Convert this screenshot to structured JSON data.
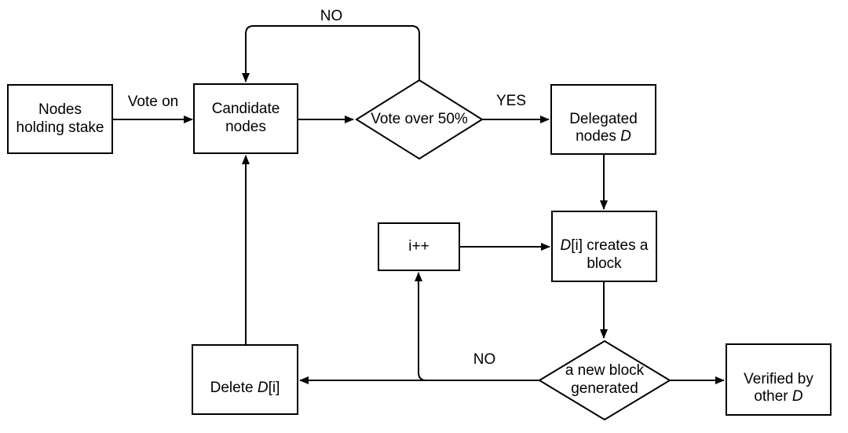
{
  "diagram": {
    "colors": {
      "stroke": "#000000",
      "background": "#ffffff"
    },
    "nodes": {
      "nodes_holding_stake": {
        "label": "Nodes\nholding stake"
      },
      "candidate_nodes": {
        "label": "Candidate\nnodes"
      },
      "vote_over_50": {
        "label": "Vote over 50%"
      },
      "delegated_nodes": {
        "pre": "Delegated\nnodes ",
        "em": "D"
      },
      "d_creates_block": {
        "em": "D",
        "post": "[i] creates a\nblock"
      },
      "i_plus_plus": {
        "label": "i++"
      },
      "new_block_generated": {
        "label": "a new block\ngenerated"
      },
      "verified_by_other": {
        "pre": "Verified by\nother ",
        "em": "D"
      },
      "delete_d": {
        "pre": "Delete ",
        "em": "D",
        "post": "[i]"
      }
    },
    "edge_labels": {
      "vote_on": "Vote on",
      "no_top": "NO",
      "yes": "YES",
      "no_bottom": "NO"
    }
  }
}
